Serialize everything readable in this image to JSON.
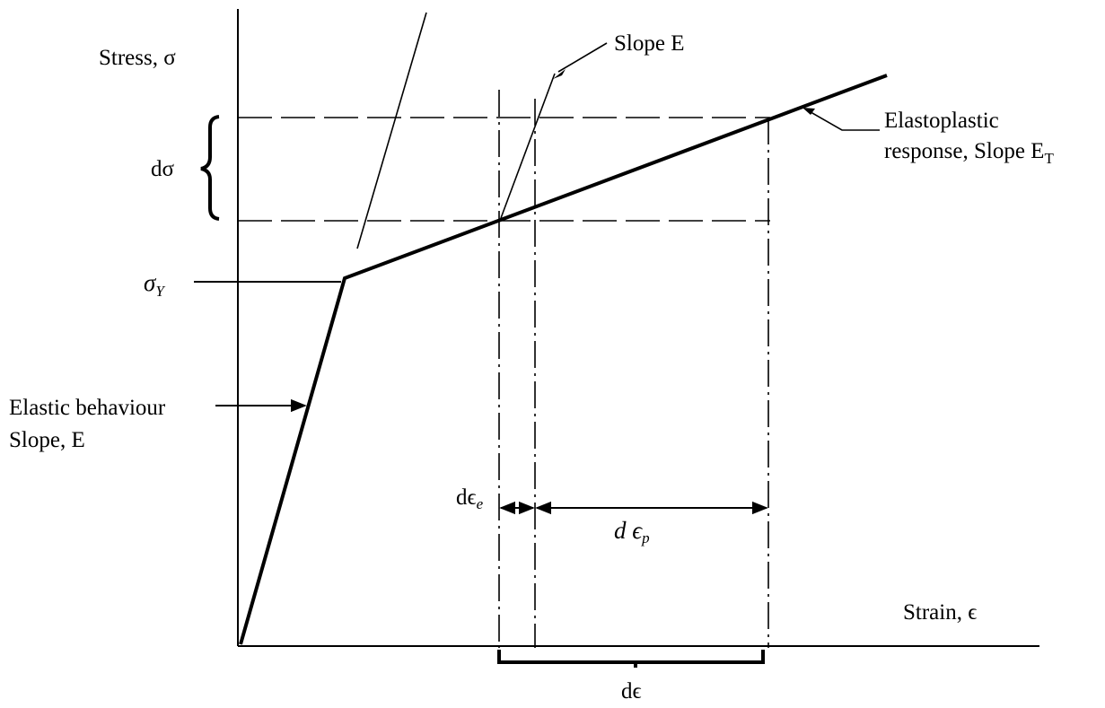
{
  "labels": {
    "y_axis": "Stress, σ",
    "x_axis": "Strain, ϵ",
    "slope_e": "Slope E",
    "elastoplastic_line1": "Elastoplastic",
    "elastoplastic_line2": "response, Slope E",
    "elastoplastic_sub": "T",
    "d_sigma": "dσ",
    "sigma_y": "σ",
    "sigma_y_sub": "Y",
    "elastic_line1": "Elastic behaviour",
    "elastic_line2": "Slope, E",
    "d_eps_e": "dϵ",
    "d_eps_e_sub": "e",
    "d_eps_p": "d ϵ",
    "d_eps_p_sub": "p",
    "d_eps": "dϵ"
  },
  "colors": {
    "ink": "#000000",
    "background": "#ffffff"
  }
}
